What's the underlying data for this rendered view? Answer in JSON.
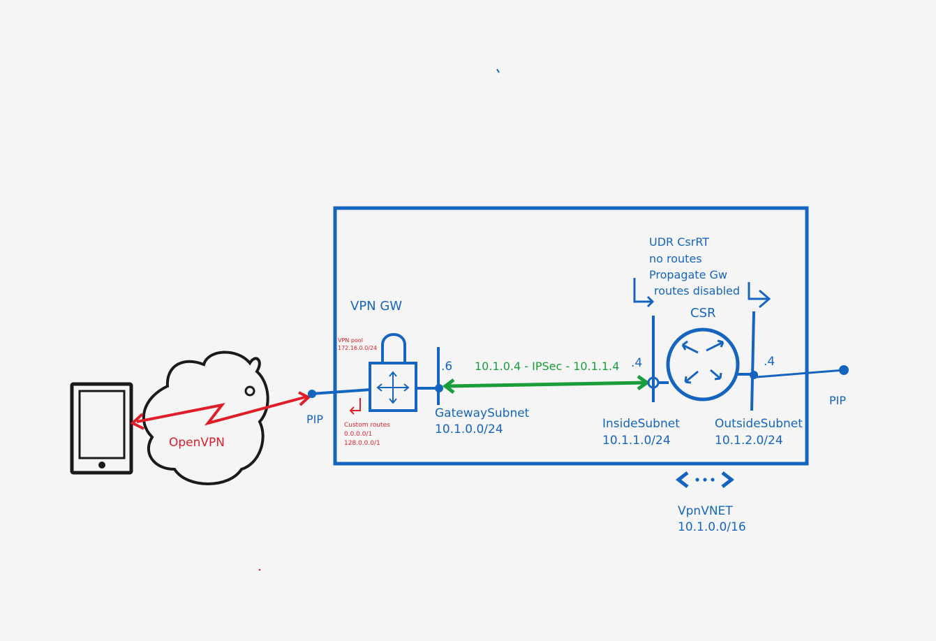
{
  "colors": {
    "azure": "#1565c0",
    "vpn": "#e01e2a",
    "ipsec": "#1a9d3a",
    "ink": "#1a1a1a",
    "background": "#f5f5f5"
  },
  "client": {
    "icon": "mobile-phone-icon",
    "link_label": "OpenVPN",
    "cloud_icon": "internet-cloud-icon"
  },
  "vpn_gateway": {
    "title": "VPN GW",
    "icon": "vpn-gateway-lock-icon",
    "pool_label": "VPN pool",
    "pool_cidr": "172.16.0.0/24",
    "custom_routes_label": "Custom routes",
    "custom_routes": [
      "0.0.0.0/1",
      "128.0.0.0/1"
    ],
    "pip_label": "PIP"
  },
  "gateway_subnet": {
    "host": ".6",
    "name": "GatewaySubnet",
    "cidr": "10.1.0.0/24"
  },
  "tunnel": {
    "label": "10.1.0.4 - IPSec - 10.1.1.4"
  },
  "csr": {
    "title": "CSR",
    "icon": "router-icon",
    "udr_lines": [
      "UDR CsrRT",
      "no routes",
      "Propagate Gw",
      "routes disabled"
    ],
    "inside_host": ".4",
    "outside_host": ".4",
    "pip_label": "PIP"
  },
  "inside_subnet": {
    "name": "InsideSubnet",
    "cidr": "10.1.1.0/24"
  },
  "outside_subnet": {
    "name": "OutsideSubnet",
    "cidr": "10.1.2.0/24"
  },
  "vnet": {
    "icon": "vnet-icon",
    "name": "VpnVNET",
    "cidr": "10.1.0.0/16"
  }
}
